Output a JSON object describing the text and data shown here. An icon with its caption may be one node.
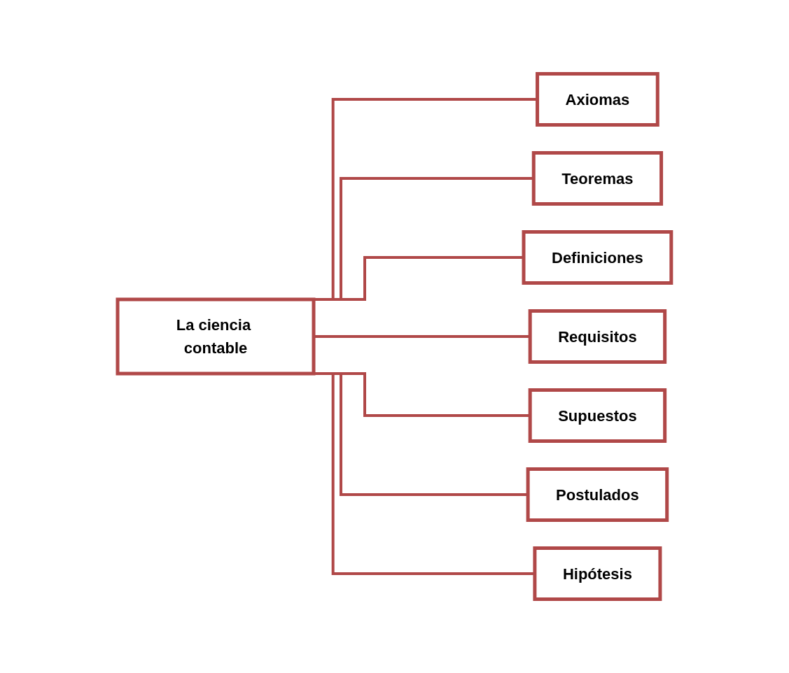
{
  "diagram": {
    "nodes": [
      {
        "text": [
          "La ciencia contable"
        ]
      },
      {
        "text": [
          "Axiomas"
        ]
      },
      {
        "text": [
          "Teoremas"
        ]
      },
      {
        "text": [
          "Definiciones"
        ]
      },
      {
        "text": [
          "Requisitos"
        ]
      },
      {
        "text": [
          "Supuestos"
        ]
      },
      {
        "text": [
          "Postulados"
        ]
      },
      {
        "text": [
          "Hipótesis"
        ]
      }
    ],
    "edges": [
      {
        "from": 0,
        "to": 1,
        "arrow": "none"
      },
      {
        "from": 0,
        "to": 2,
        "arrow": "none"
      },
      {
        "from": 0,
        "to": 3,
        "arrow": "none"
      },
      {
        "from": 0,
        "to": 4,
        "arrow": "none"
      },
      {
        "from": 0,
        "to": 5,
        "arrow": "none"
      },
      {
        "from": 0,
        "to": 6,
        "arrow": "none"
      },
      {
        "from": 0,
        "to": 7,
        "arrow": "none"
      }
    ]
  }
}
